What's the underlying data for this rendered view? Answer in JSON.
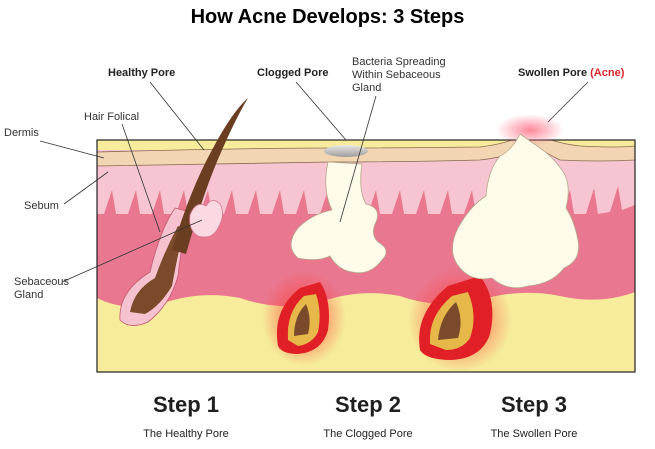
{
  "title": "How Acne Develops: 3 Steps",
  "labels": {
    "dermis": "Dermis",
    "sebum": "Sebum",
    "hair_follicle": "Hair Folical",
    "sebaceous_gland_line1": "Sebaceous",
    "sebaceous_gland_line2": "Gland",
    "healthy_pore": "Healthy Pore",
    "clogged_pore": "Clogged Pore",
    "bacteria_line1": "Bacteria Spreading",
    "bacteria_line2": "Within Sebaceous",
    "bacteria_line3": "Gland",
    "swollen_pore": "Swollen Pore",
    "swollen_pore_accent": "(Acne)"
  },
  "steps": [
    {
      "heading": "Step 1",
      "caption": "The Healthy Pore"
    },
    {
      "heading": "Step 2",
      "caption": "The Clogged Pore"
    },
    {
      "heading": "Step 3",
      "caption": "The Swollen Pore"
    }
  ],
  "colors": {
    "epidermis": "#f2d5b3",
    "skin_pink_light": "#f6c5d1",
    "skin_pink": "#e9778f",
    "fat_yellow": "#f6ec9c",
    "sebum_cream": "#fffbea",
    "hair_brown": "#6b3e22",
    "inflammation_red": "#e01f26",
    "accent_red": "#d9262c"
  }
}
